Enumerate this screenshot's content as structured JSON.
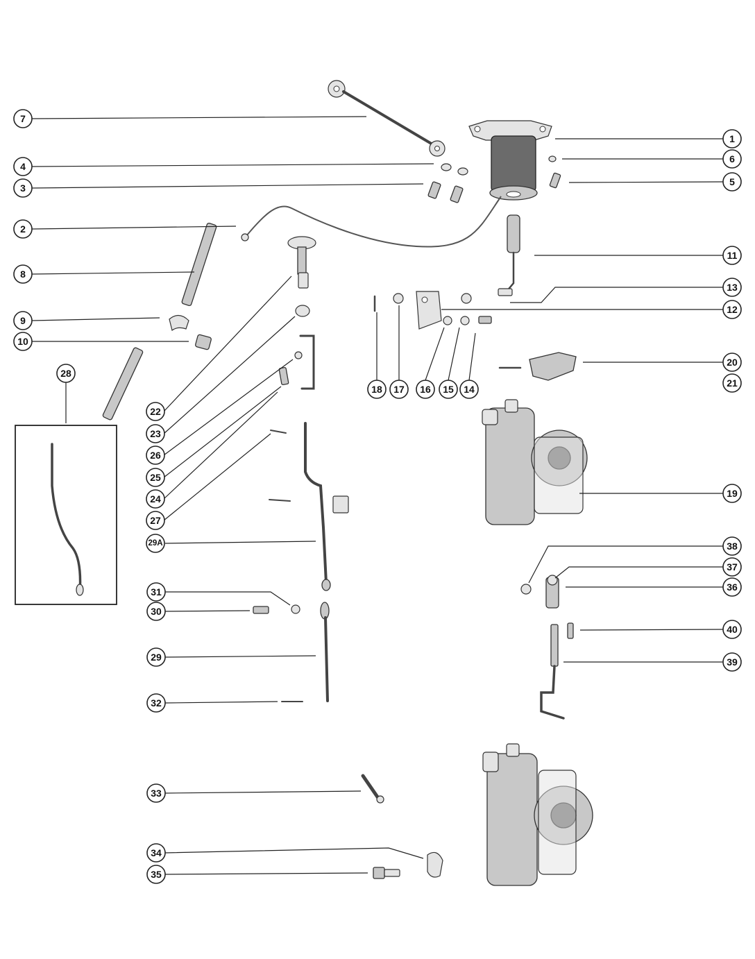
{
  "callouts": [
    {
      "id": "c7",
      "label": "7"
    },
    {
      "id": "c4",
      "label": "4"
    },
    {
      "id": "c3",
      "label": "3"
    },
    {
      "id": "c2",
      "label": "2"
    },
    {
      "id": "c8",
      "label": "8"
    },
    {
      "id": "c9",
      "label": "9"
    },
    {
      "id": "c10",
      "label": "10"
    },
    {
      "id": "c28",
      "label": "28"
    },
    {
      "id": "c1",
      "label": "1"
    },
    {
      "id": "c6",
      "label": "6"
    },
    {
      "id": "c5",
      "label": "5"
    },
    {
      "id": "c11",
      "label": "11"
    },
    {
      "id": "c13",
      "label": "13"
    },
    {
      "id": "c12",
      "label": "12"
    },
    {
      "id": "c20",
      "label": "20"
    },
    {
      "id": "c21",
      "label": "21"
    },
    {
      "id": "c18",
      "label": "18"
    },
    {
      "id": "c17",
      "label": "17"
    },
    {
      "id": "c16",
      "label": "16"
    },
    {
      "id": "c15",
      "label": "15"
    },
    {
      "id": "c14",
      "label": "14"
    },
    {
      "id": "c22",
      "label": "22"
    },
    {
      "id": "c23",
      "label": "23"
    },
    {
      "id": "c26",
      "label": "26"
    },
    {
      "id": "c25",
      "label": "25"
    },
    {
      "id": "c24",
      "label": "24"
    },
    {
      "id": "c27",
      "label": "27"
    },
    {
      "id": "c29A",
      "label": "29A"
    },
    {
      "id": "c19",
      "label": "19"
    },
    {
      "id": "c38",
      "label": "38"
    },
    {
      "id": "c37",
      "label": "37"
    },
    {
      "id": "c36",
      "label": "36"
    },
    {
      "id": "c31",
      "label": "31"
    },
    {
      "id": "c30",
      "label": "30"
    },
    {
      "id": "c29",
      "label": "29"
    },
    {
      "id": "c40",
      "label": "40"
    },
    {
      "id": "c39",
      "label": "39"
    },
    {
      "id": "c32",
      "label": "32"
    },
    {
      "id": "c33",
      "label": "33"
    },
    {
      "id": "c34",
      "label": "34"
    },
    {
      "id": "c35",
      "label": "35"
    }
  ]
}
